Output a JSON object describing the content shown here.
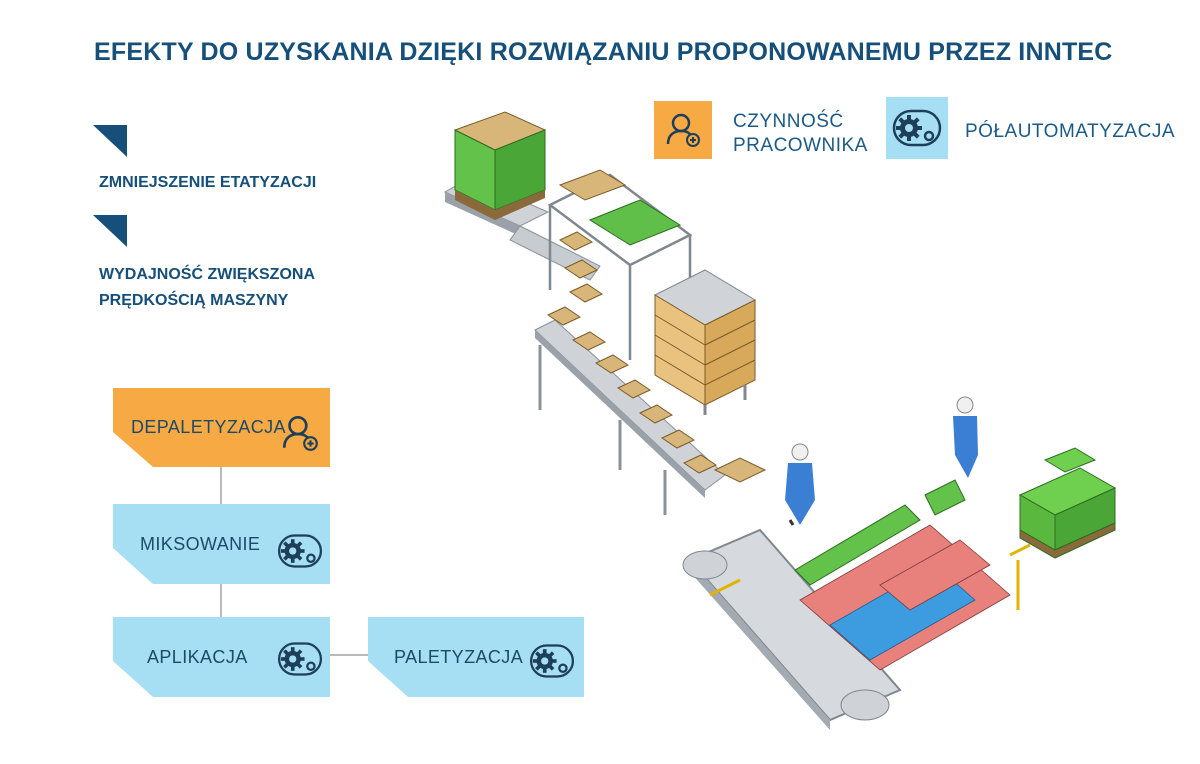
{
  "title": "EFEKTY DO UZYSKANIA DZIĘKI ROZWIĄZANIU PROPONOWANEMU PRZEZ INNTEC",
  "effects": [
    {
      "lines": [
        "ZMNIEJSZENIE ETATYZACJI"
      ]
    },
    {
      "lines": [
        "WYDAJNOŚĆ ZWIĘKSZONA",
        "PRĘDKOŚCIĄ MASZYNY"
      ]
    }
  ],
  "legend": [
    {
      "lines": [
        "CZYNNOŚĆ",
        "PRACOWNIKA"
      ],
      "icon": "worker-add-icon",
      "color": "#f7a944"
    },
    {
      "lines": [
        "PÓŁAUTOMATYZACJA"
      ],
      "icon": "gear-chain-icon",
      "color": "#a6def4"
    }
  ],
  "steps": [
    {
      "label": "DEPALETYZACJA",
      "type": "worker",
      "color": "#f7a944"
    },
    {
      "label": "MIKSOWANIE",
      "type": "semi-auto",
      "color": "#a6def4"
    },
    {
      "label": "APLIKACJA",
      "type": "semi-auto",
      "color": "#a6def4"
    },
    {
      "label": "PALETYZACJA",
      "type": "semi-auto",
      "color": "#a6def4"
    }
  ],
  "colors": {
    "navy": "#154f7a",
    "orange": "#f7a944",
    "light_blue": "#a6def4",
    "icon_dark": "#1e3f5a"
  }
}
